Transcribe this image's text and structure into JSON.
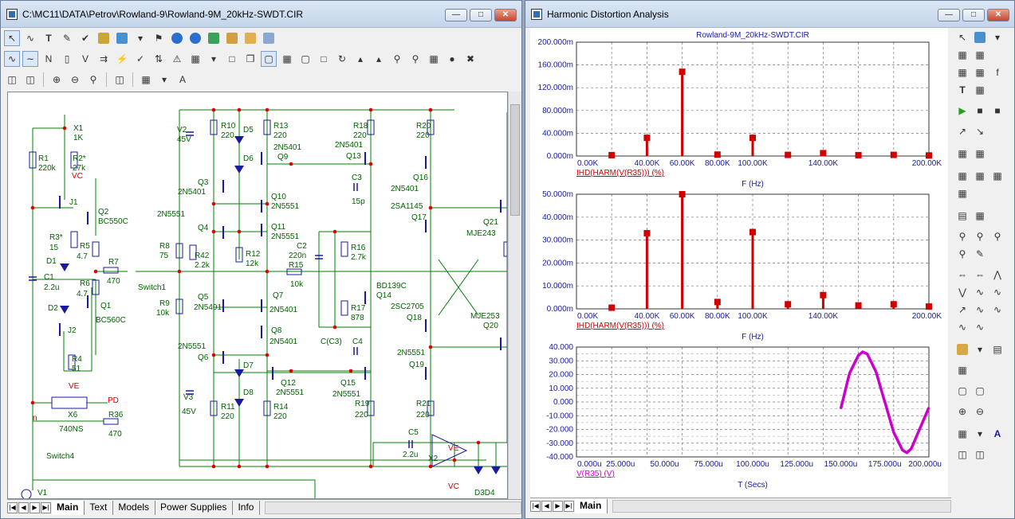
{
  "schematic_window": {
    "title": "C:\\MC11\\DATA\\Petrov\\Rowland-9\\Rowland-9M_20kHz-SWDT.CIR",
    "tabs": [
      "Main",
      "Text",
      "Models",
      "Power Supplies",
      "Info"
    ],
    "active_tab": "Main",
    "labels": [
      {
        "id": "x1",
        "text": "X1"
      },
      {
        "id": "x1v",
        "text": "1K"
      },
      {
        "id": "r1",
        "text": "R1"
      },
      {
        "id": "r1v",
        "text": "220k"
      },
      {
        "id": "r2",
        "text": "R2*"
      },
      {
        "id": "r2v",
        "text": "27k"
      },
      {
        "id": "vc",
        "text": "VC"
      },
      {
        "id": "j1",
        "text": "J1"
      },
      {
        "id": "q2",
        "text": "Q2"
      },
      {
        "id": "q2v",
        "text": "BC550C"
      },
      {
        "id": "r3",
        "text": "R3*"
      },
      {
        "id": "r3v",
        "text": "15"
      },
      {
        "id": "r5",
        "text": "R5"
      },
      {
        "id": "r5v",
        "text": "4.7"
      },
      {
        "id": "d1",
        "text": "D1"
      },
      {
        "id": "r7",
        "text": "R7"
      },
      {
        "id": "r7v",
        "text": "470"
      },
      {
        "id": "c1",
        "text": "C1"
      },
      {
        "id": "c1v",
        "text": "2.2u"
      },
      {
        "id": "r6",
        "text": "R6"
      },
      {
        "id": "r6v",
        "text": "4.7"
      },
      {
        "id": "q1",
        "text": "Q1"
      },
      {
        "id": "q1v",
        "text": "BC560C"
      },
      {
        "id": "d2",
        "text": "D2"
      },
      {
        "id": "j2",
        "text": "J2"
      },
      {
        "id": "r4",
        "text": "R4"
      },
      {
        "id": "r4v",
        "text": "51"
      },
      {
        "id": "ve",
        "text": "VE"
      },
      {
        "id": "pd",
        "text": "PD"
      },
      {
        "id": "x6",
        "text": "X6"
      },
      {
        "id": "x6v",
        "text": "740NS"
      },
      {
        "id": "r36",
        "text": "R36"
      },
      {
        "id": "r36v",
        "text": "470"
      },
      {
        "id": "n",
        "text": "n"
      },
      {
        "id": "sw4",
        "text": "Switch4"
      },
      {
        "id": "v1",
        "text": "V1"
      },
      {
        "id": "switch1",
        "text": "Switch1"
      },
      {
        "id": "v2",
        "text": "V2"
      },
      {
        "id": "v2v",
        "text": "45V"
      },
      {
        "id": "v3",
        "text": "V3"
      },
      {
        "id": "v3v",
        "text": "45V"
      },
      {
        "id": "r10",
        "text": "R10"
      },
      {
        "id": "r10v",
        "text": "220"
      },
      {
        "id": "d5",
        "text": "D5"
      },
      {
        "id": "d6",
        "text": "D6"
      },
      {
        "id": "r13",
        "text": "R13"
      },
      {
        "id": "r13v",
        "text": "220"
      },
      {
        "id": "q9v",
        "text": "2N5401"
      },
      {
        "id": "q9",
        "text": "Q9"
      },
      {
        "id": "q3",
        "text": "Q3"
      },
      {
        "id": "q3v",
        "text": "2N5401"
      },
      {
        "id": "q10",
        "text": "Q10"
      },
      {
        "id": "q10v",
        "text": "2N5551"
      },
      {
        "id": "q4v",
        "text": "2N5551"
      },
      {
        "id": "q4",
        "text": "Q4"
      },
      {
        "id": "q11",
        "text": "Q11"
      },
      {
        "id": "q11v",
        "text": "2N5551"
      },
      {
        "id": "r8",
        "text": "R8"
      },
      {
        "id": "r8v",
        "text": "75"
      },
      {
        "id": "r42",
        "text": "R42"
      },
      {
        "id": "r42v",
        "text": "2.2k"
      },
      {
        "id": "r12",
        "text": "R12"
      },
      {
        "id": "r12v",
        "text": "12k"
      },
      {
        "id": "r9",
        "text": "R9"
      },
      {
        "id": "r9v",
        "text": "10k"
      },
      {
        "id": "q5",
        "text": "Q5"
      },
      {
        "id": "q5v",
        "text": "2N5401"
      },
      {
        "id": "q7",
        "text": "Q7"
      },
      {
        "id": "q7v",
        "text": "2N5401"
      },
      {
        "id": "q8",
        "text": "Q8"
      },
      {
        "id": "q8v",
        "text": "2N5401"
      },
      {
        "id": "q6v",
        "text": "2N5551"
      },
      {
        "id": "q6",
        "text": "Q6"
      },
      {
        "id": "d7",
        "text": "D7"
      },
      {
        "id": "d8",
        "text": "D8"
      },
      {
        "id": "q12",
        "text": "Q12"
      },
      {
        "id": "q12v",
        "text": "2N5551"
      },
      {
        "id": "r11",
        "text": "R11"
      },
      {
        "id": "r11v",
        "text": "220"
      },
      {
        "id": "r14",
        "text": "R14"
      },
      {
        "id": "r14v",
        "text": "220"
      },
      {
        "id": "r18",
        "text": "R18"
      },
      {
        "id": "r18v",
        "text": "220"
      },
      {
        "id": "q13v",
        "text": "2N5401"
      },
      {
        "id": "q13",
        "text": "Q13"
      },
      {
        "id": "c3",
        "text": "C3"
      },
      {
        "id": "c3v",
        "text": "15p"
      },
      {
        "id": "c2",
        "text": "C2"
      },
      {
        "id": "c2v",
        "text": "220n"
      },
      {
        "id": "r15",
        "text": "R15"
      },
      {
        "id": "r15v",
        "text": "10k"
      },
      {
        "id": "r16",
        "text": "R16"
      },
      {
        "id": "r16v",
        "text": "2.7k"
      },
      {
        "id": "r17",
        "text": "R17"
      },
      {
        "id": "r17v",
        "text": "878"
      },
      {
        "id": "q14v",
        "text": "BD139C"
      },
      {
        "id": "q14",
        "text": "Q14"
      },
      {
        "id": "cc3",
        "text": "C(C3)"
      },
      {
        "id": "c4",
        "text": "C4"
      },
      {
        "id": "q15",
        "text": "Q15"
      },
      {
        "id": "q15v",
        "text": "2N5551"
      },
      {
        "id": "r19",
        "text": "R19"
      },
      {
        "id": "r19v",
        "text": "220"
      },
      {
        "id": "r20",
        "text": "R20"
      },
      {
        "id": "r20v",
        "text": "220"
      },
      {
        "id": "q16",
        "text": "Q16"
      },
      {
        "id": "q16v",
        "text": "2N5401"
      },
      {
        "id": "q17v",
        "text": "2SA1145"
      },
      {
        "id": "q17",
        "text": "Q17"
      },
      {
        "id": "q18v",
        "text": "2SC2705"
      },
      {
        "id": "q18",
        "text": "Q18"
      },
      {
        "id": "q19v",
        "text": "2N5551"
      },
      {
        "id": "q19",
        "text": "Q19"
      },
      {
        "id": "r21",
        "text": "R21"
      },
      {
        "id": "r21v",
        "text": "220"
      },
      {
        "id": "q21",
        "text": "Q21"
      },
      {
        "id": "q21v",
        "text": "MJE243"
      },
      {
        "id": "q20v",
        "text": "MJE253"
      },
      {
        "id": "q20",
        "text": "Q20"
      },
      {
        "id": "c5",
        "text": "C5"
      },
      {
        "id": "c5v",
        "text": "2.2u"
      },
      {
        "id": "x2",
        "text": "X2"
      },
      {
        "id": "ve2",
        "text": "VE"
      },
      {
        "id": "vc2",
        "text": "VC"
      },
      {
        "id": "d3d4",
        "text": "D3D4"
      }
    ]
  },
  "analysis_window": {
    "title": "Harmonic Distortion Analysis",
    "circuit_name": "Rowland-9M_20kHz-SWDT.CIR",
    "tab": "Main"
  },
  "colors": {
    "plot_red": "#d10000",
    "plot_magenta": "#cc00cc",
    "axis_blue": "#1a1aa0",
    "wire_green": "#008000"
  },
  "chart_data": [
    {
      "type": "bar",
      "subtype": "stem",
      "series_label": "IHD(HARM(V(R35))) (%)",
      "xlabel": "F (Hz)",
      "x_ticks": [
        "0.00K",
        "40.00K",
        "60.00K",
        "80.00K",
        "100.00K",
        "140.00K",
        "200.00K"
      ],
      "x_tick_values": [
        0,
        40,
        60,
        80,
        100,
        140,
        200
      ],
      "y_ticks": [
        "0.000m",
        "40.000m",
        "80.000m",
        "120.000m",
        "160.000m",
        "200.000m"
      ],
      "y_tick_values": [
        0,
        40,
        80,
        120,
        160,
        200
      ],
      "xlim": [
        0,
        200
      ],
      "ylim": [
        0,
        200
      ],
      "x": [
        20,
        40,
        60,
        80,
        100,
        120,
        140,
        160,
        180,
        200
      ],
      "values": [
        1.5,
        32,
        148,
        2.5,
        32,
        2,
        5,
        1.5,
        2,
        1
      ]
    },
    {
      "type": "bar",
      "subtype": "stem",
      "series_label": "IHD(HARM(V(R35))) (%)",
      "xlabel": "F (Hz)",
      "x_ticks": [
        "0.00K",
        "40.00K",
        "60.00K",
        "80.00K",
        "100.00K",
        "140.00K",
        "200.00K"
      ],
      "x_tick_values": [
        0,
        40,
        60,
        80,
        100,
        140,
        200
      ],
      "y_ticks": [
        "0.000m",
        "10.000m",
        "20.000m",
        "30.000m",
        "40.000m",
        "50.000m"
      ],
      "y_tick_values": [
        0,
        10,
        20,
        30,
        40,
        50
      ],
      "xlim": [
        0,
        200
      ],
      "ylim": [
        0,
        50
      ],
      "x": [
        20,
        40,
        60,
        80,
        100,
        120,
        140,
        160,
        180,
        200
      ],
      "values": [
        0.5,
        33,
        50,
        3,
        33.5,
        2,
        6,
        1.5,
        2,
        1
      ]
    },
    {
      "type": "line",
      "series_label": "V(R35) (V)",
      "xlabel": "T (Secs)",
      "x_ticks": [
        "0.000u",
        "25.000u",
        "50.000u",
        "75.000u",
        "100.000u",
        "125.000u",
        "150.000u",
        "175.000u",
        "200.000u"
      ],
      "x_tick_values": [
        0,
        25,
        50,
        75,
        100,
        125,
        150,
        175,
        200
      ],
      "y_ticks": [
        "40.000",
        "30.000",
        "20.000",
        "10.000",
        "0.000",
        "-10.000",
        "-20.000",
        "-30.000",
        "-40.000"
      ],
      "y_tick_values": [
        40,
        30,
        20,
        10,
        0,
        -10,
        -20,
        -30,
        -40
      ],
      "xlim": [
        0,
        200
      ],
      "ylim": [
        -40,
        40
      ],
      "x": [
        150,
        155,
        160,
        162.5,
        165,
        170,
        175,
        180,
        185,
        187.5,
        190,
        195,
        200
      ],
      "y": [
        -5,
        21,
        34,
        36.5,
        35,
        22,
        0,
        -22,
        -35,
        -37,
        -34,
        -19,
        -4
      ]
    }
  ]
}
